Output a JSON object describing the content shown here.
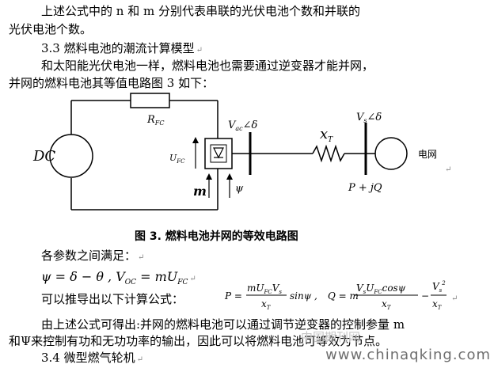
{
  "paragraphs": {
    "p1_line1": "上述公式中的  n  和  m  分别代表串联的光伏电池个数和并联的",
    "p1_line2": "光伏电池个数。",
    "sec33": "3.3 燃料电池的潮流计算模型",
    "p2_line1": "和太阳能光伏电池一样，燃料电池也需要通过逆变器才能并网，",
    "p2_line2": "并网的燃料电池其等值电路图  3  如下：",
    "caption": "图 3. 燃料电池并网的等效电路图",
    "params_intro": "各参数之间满足：",
    "eq1": "ψ = δ − θ , V",
    "eq1_sub_oc": "OC",
    "eq1_mid": " = mU",
    "eq1_sub_fc": "FC",
    "derive_intro": "可以推导出以下计算公式：",
    "p3_line1": "由上述公式可得出:并网的燃料电池可以通过调节逆变器的控制参量 m",
    "p3_line2": "和Ψ来控制有功和无功功率的输出，因此可以将燃料电池可等效为节点。",
    "sec34": "3.4 微型燃气轮机"
  },
  "circuit": {
    "dc_label": "DC",
    "grid_label": "电网",
    "rfc": "R",
    "rfc_sub": "FC",
    "ufc": "U",
    "ufc_sub": "FC",
    "vac": "V",
    "vac_sub": "ac",
    "vac_angle": "∠δ",
    "xt": "x",
    "xt_sub": "T",
    "vs": "V",
    "vs_sub": "s",
    "vs_angle": "∠δ",
    "m": "m",
    "psi": "ψ",
    "pq": "P + jQ"
  },
  "formula": {
    "p_lhs": "P =",
    "p_num": "mU",
    "p_num_sub1": "FC",
    "p_num_v": "V",
    "p_num_sub2": "s",
    "p_den": "x",
    "p_den_sub": "T",
    "p_tail": "sinψ ,",
    "q_lhs": "Q = m",
    "q_num": "V",
    "q_num_sub1": "s",
    "q_num_u": "U",
    "q_num_sub2": "FC",
    "q_num_tail": "cosψ",
    "q_den": "x",
    "q_den_sub": "T",
    "q_minus": "−",
    "q2_num": "V",
    "q2_num_sub": "s",
    "q2_num_sup": "2",
    "q2_den": "x",
    "q2_den_sub": "T"
  },
  "watermark": {
    "site": "www.chinaqking.com",
    "faint": "中国期刊网"
  }
}
